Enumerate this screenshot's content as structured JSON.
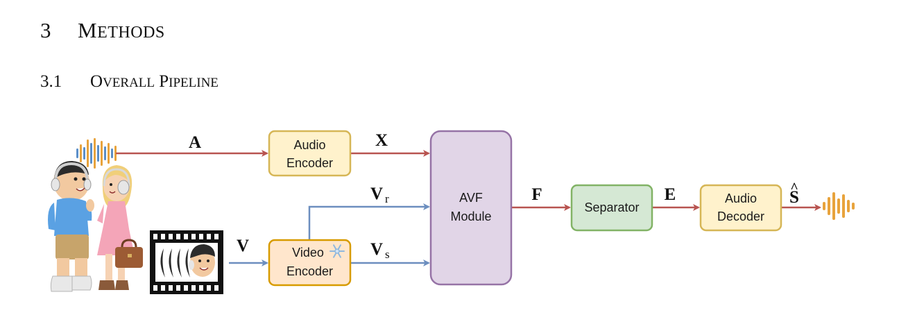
{
  "section": {
    "number": "3",
    "title_initial": "M",
    "title_rest": "ETHODS"
  },
  "subsection": {
    "number": "3.1",
    "word1_initial": "O",
    "word1_rest": "VERALL",
    "word2_initial": "P",
    "word2_rest": "IPELINE"
  },
  "figure": {
    "blocks": {
      "audio_encoder": [
        "Audio",
        "Encoder"
      ],
      "video_encoder": [
        "Video",
        "Encoder"
      ],
      "avf_module": [
        "AVF",
        "Module"
      ],
      "separator": [
        "Separator"
      ],
      "audio_decoder": [
        "Audio",
        "Decoder"
      ]
    },
    "variables": {
      "audio_input": "A",
      "audio_feature": "X",
      "video_input": "V",
      "video_r": "V",
      "video_r_sub": "r",
      "video_s": "V",
      "video_s_sub": "s",
      "fused": "F",
      "mask": "E",
      "output": "S",
      "output_hat": "^"
    },
    "icons": [
      "speakers-illustration-icon",
      "audio-waveform-icon",
      "video-filmstrip-icon",
      "snowflake-frozen-icon",
      "output-waveform-icon"
    ],
    "colors": {
      "audio_arrow": "#b85450",
      "video_arrow": "#6c8ebf",
      "encoder_fill": "#fff2cc",
      "encoder_stroke": "#d6b656",
      "video_fill": "#ffe6cc",
      "video_stroke": "#d79b00",
      "avf_fill": "#e1d5e7",
      "avf_stroke": "#9673a6",
      "separator_fill": "#d5e8d4",
      "separator_stroke": "#82b366",
      "wave_blue": "#5b8fc9",
      "wave_orange": "#e8a33c"
    }
  }
}
